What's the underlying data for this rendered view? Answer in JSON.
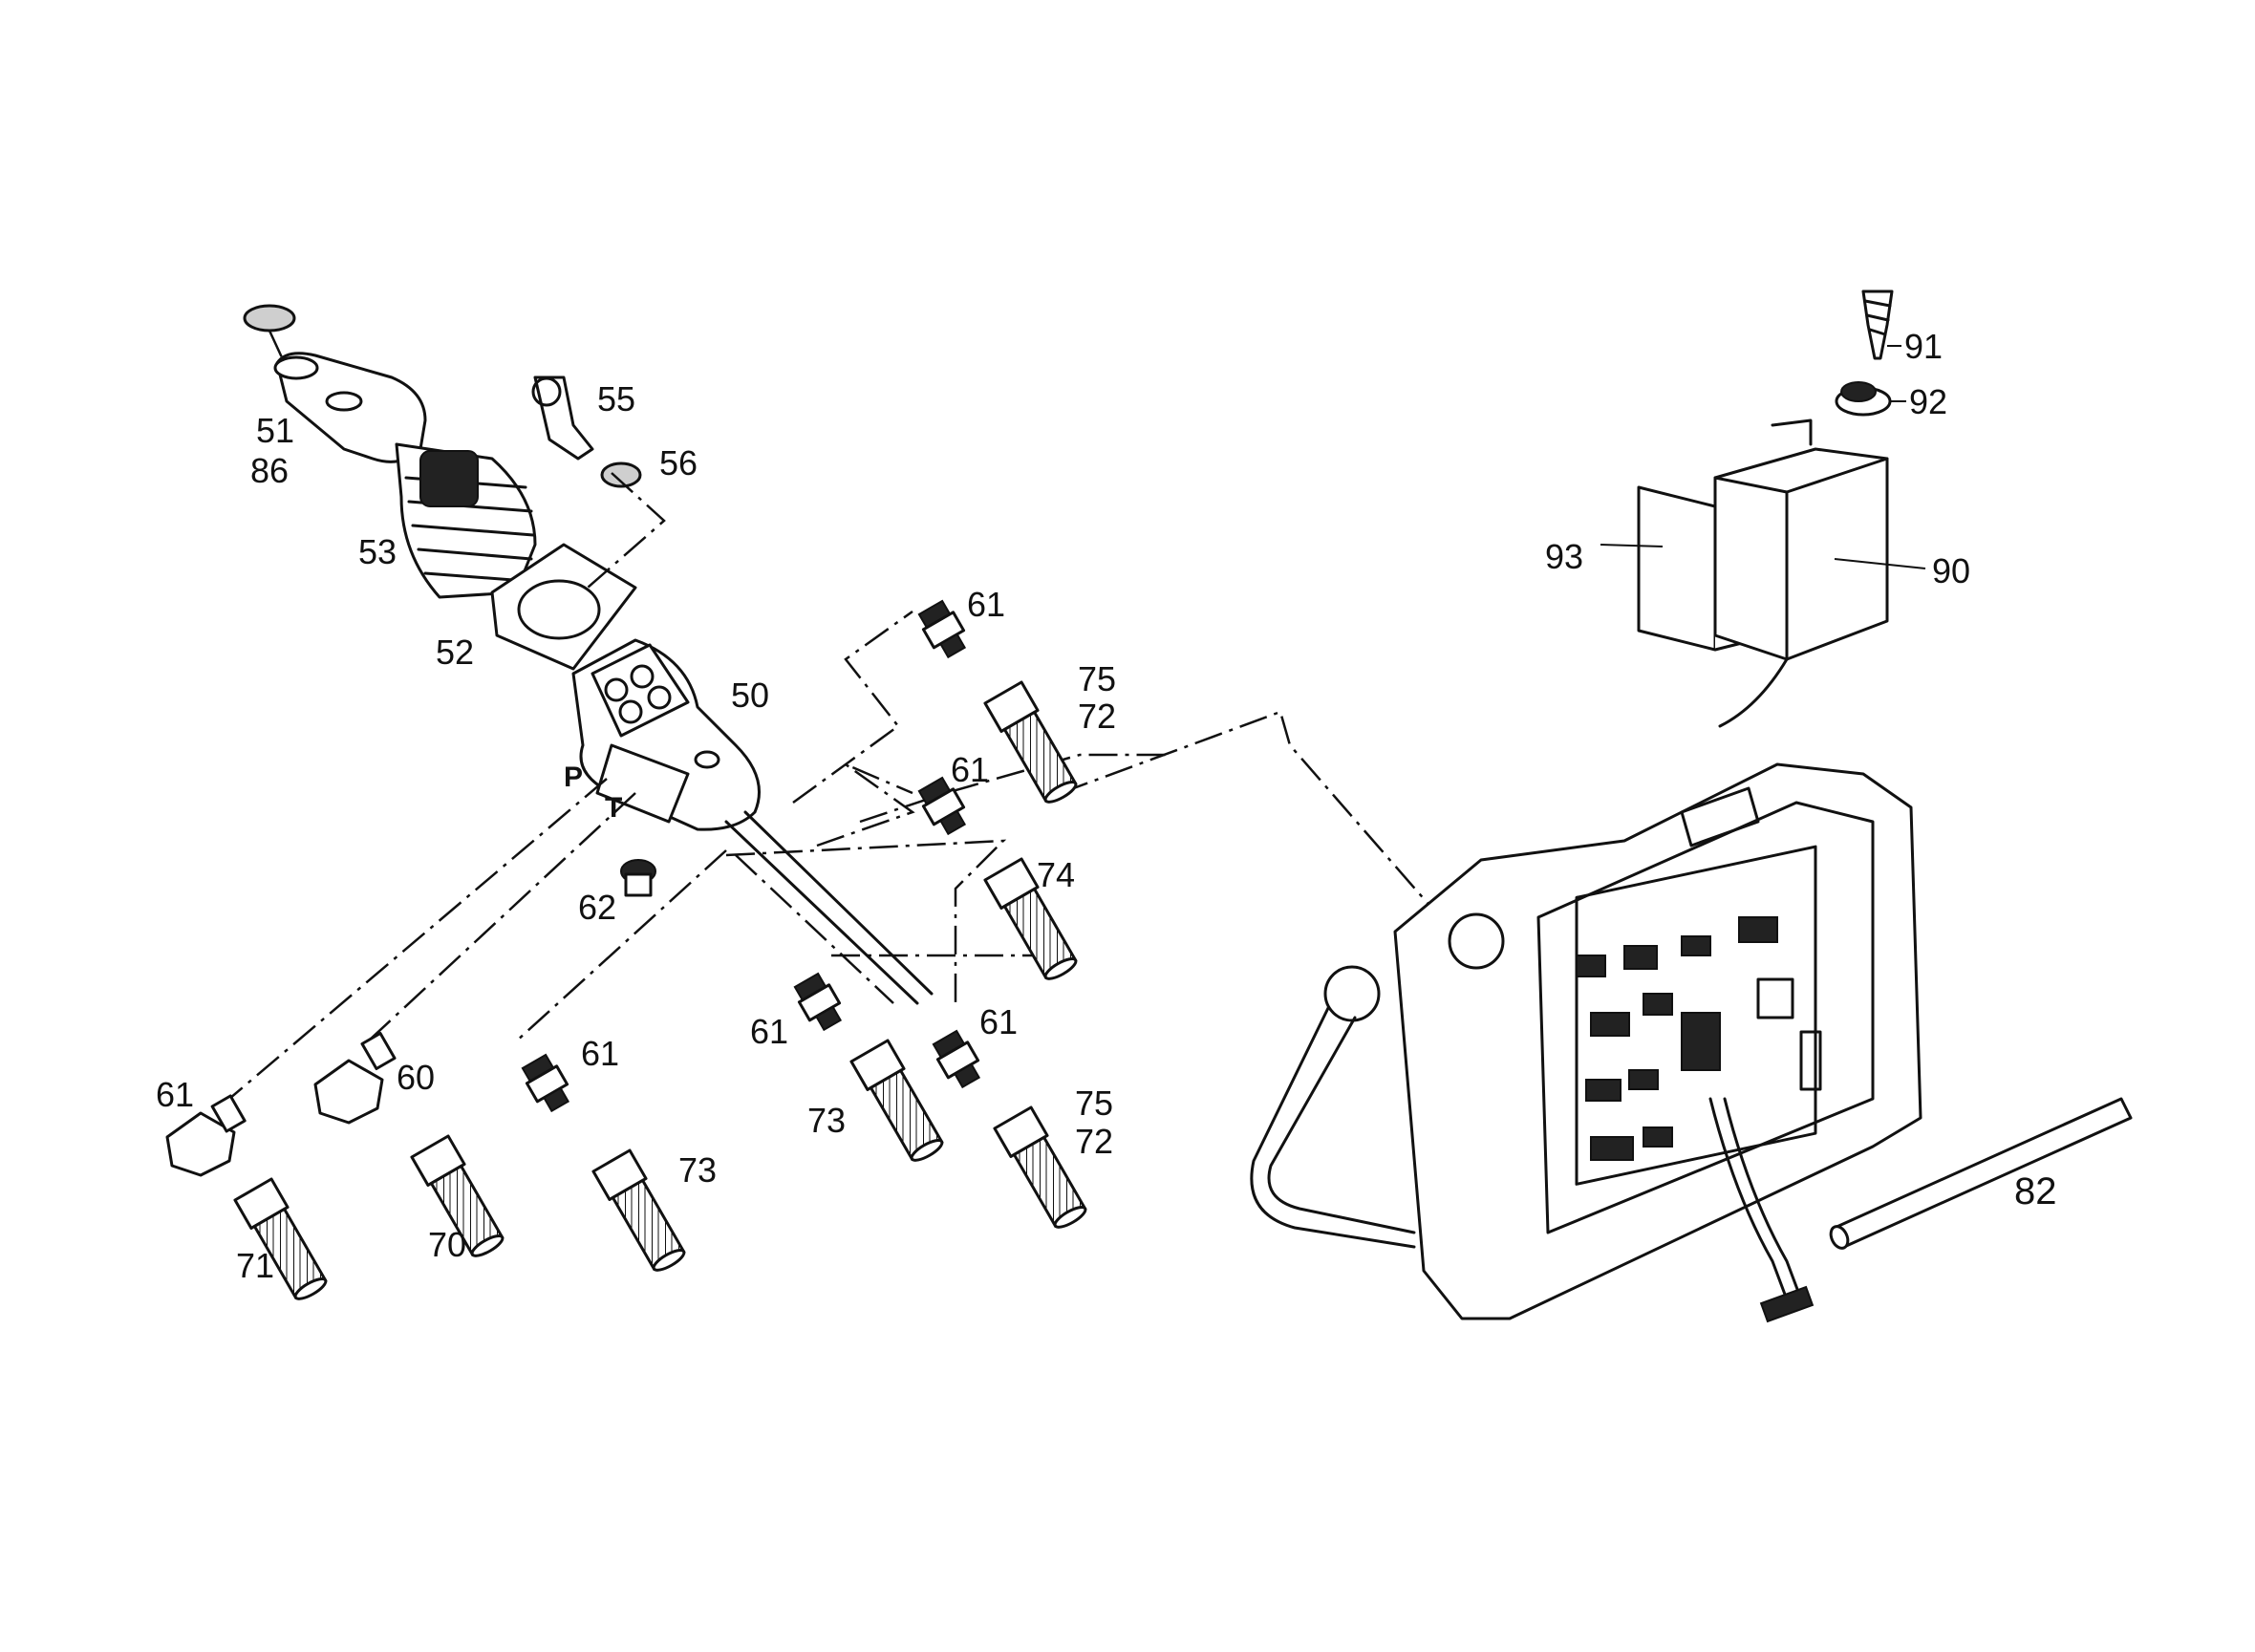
{
  "callouts": {
    "c51": "51",
    "c86": "86",
    "c53": "53",
    "c52": "52",
    "c55": "55",
    "c56": "56",
    "c50": "50",
    "c62": "62",
    "c61_a": "61",
    "c61_b": "61",
    "c61_c": "61",
    "c61_d": "61",
    "c61_e": "61",
    "c61_f": "61",
    "c60": "60",
    "c70": "70",
    "c71": "71",
    "c73_a": "73",
    "c73_b": "73",
    "c74": "74",
    "c75_a": "75",
    "c72_a": "72",
    "c75_b": "75",
    "c72_b": "72",
    "c82": "82",
    "c90": "90",
    "c91": "91",
    "c92": "92",
    "c93": "93"
  },
  "ports": {
    "p": "P",
    "t": "T"
  }
}
